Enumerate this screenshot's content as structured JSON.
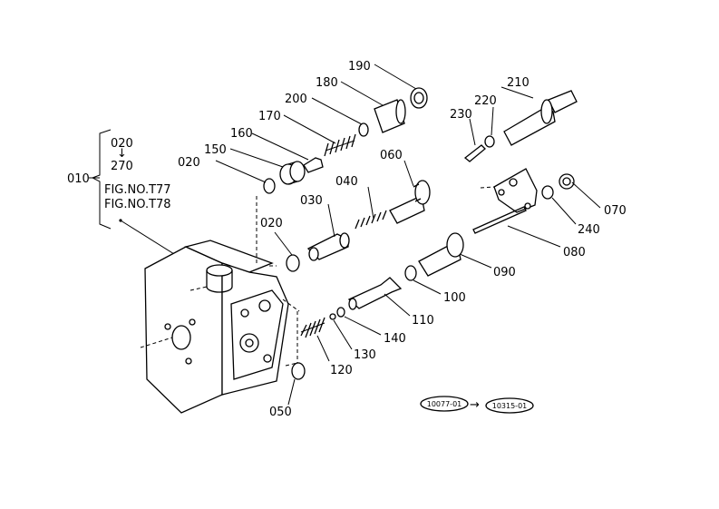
{
  "labels": {
    "p010": "010",
    "p020a": "020",
    "p020b": "020",
    "p020c": "020",
    "p030": "030",
    "p040": "040",
    "p050": "050",
    "p060": "060",
    "p070": "070",
    "p080": "080",
    "p090": "090",
    "p100": "100",
    "p110": "110",
    "p120": "120",
    "p130": "130",
    "p140": "140",
    "p150": "150",
    "p160": "160",
    "p170": "170",
    "p180": "180",
    "p190": "190",
    "p200": "200",
    "p210": "210",
    "p220": "220",
    "p230": "230",
    "p240": "240",
    "p270": "270"
  },
  "group_arrow": "↓",
  "figure_refs": [
    "FIG.NO.T77",
    "FIG.NO.T78"
  ],
  "serial_ranges": {
    "from": "10077-01",
    "arrow": "→",
    "to": "10315-01"
  }
}
